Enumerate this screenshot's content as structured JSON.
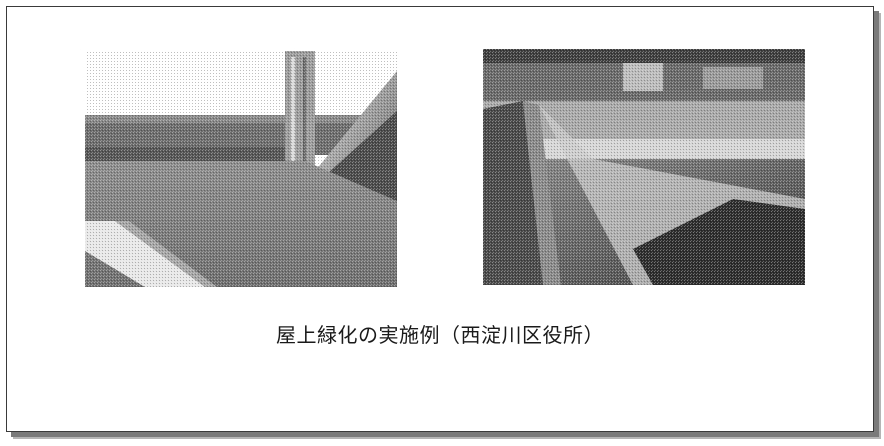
{
  "document": {
    "caption": "屋上緑化の実施例（西淀川区役所）"
  },
  "photos": {
    "left": {
      "icon": "rooftop-garden-photo"
    },
    "right": {
      "icon": "rooftop-garden-photo"
    }
  },
  "colors": {
    "frame_border": "#3a3a3a",
    "frame_shadow": "#7a7a7a",
    "caption_text": "#1a1a1a"
  }
}
